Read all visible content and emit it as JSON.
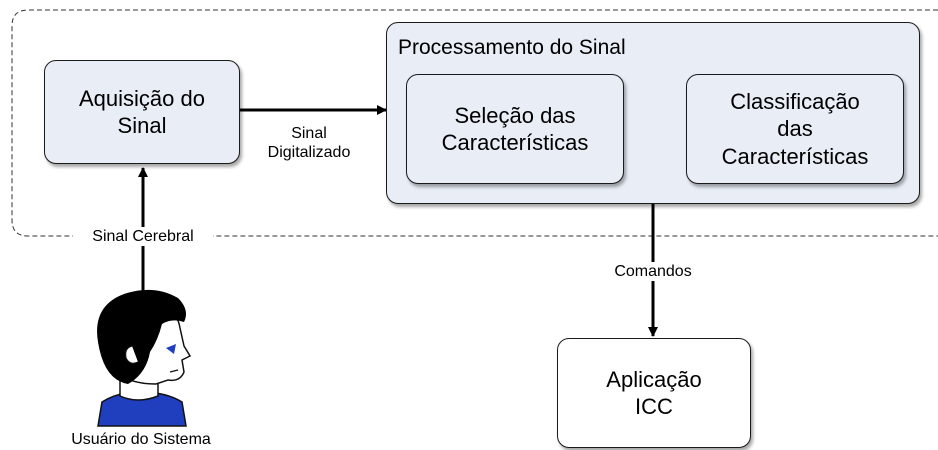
{
  "nodes": {
    "aquisicao": "Aquisição do\nSinal",
    "processamento_title": "Processamento do Sinal",
    "selecao": "Seleção das\nCaracterísticas",
    "classificacao": "Classificação\ndas\nCaracterísticas",
    "aplicacao": "Aplicação\nICC"
  },
  "edge_labels": {
    "sinal_digitalizado": "Sinal\nDigitalizado",
    "sinal_cerebral": "Sinal Cerebral",
    "comandos": "Comandos"
  },
  "user": {
    "label": "Usuário do Sistema",
    "icon": "user-head-icon"
  },
  "colors": {
    "box_fill": "#e8edf6",
    "stroke": "#1a1a1a",
    "shirt": "#1f3fbf",
    "eye": "#1f3fbf"
  }
}
